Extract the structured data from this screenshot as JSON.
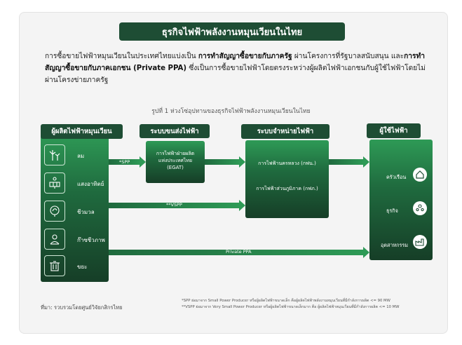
{
  "title": "ธุรกิจไฟฟ้าพลังงานหมุนเวียนในไทย",
  "intro": {
    "part1": "การซื้อขายไฟฟ้าหมุนเวียนในประเทศไทยแบ่งเป็น ",
    "bold1": "การทำสัญญาซื้อขายกับภาครัฐ",
    "part2": " ผ่านโครงการที่รัฐบาลสนับสนุน และ",
    "bold2": "การทำสัญญาซื้อขายกับภาคเอกชน (Private PPA)",
    "part3": " ซึ่งเป็นการซื้อขายไฟฟ้าโดยตรงระหว่างผู้ผลิตไฟฟ้าเอกชนกับผู้ใช้ไฟฟ้าโดยไม่ผ่านโครงข่ายภาครัฐ"
  },
  "caption": "รูปที่ 1 ห่วงโซ่อุปทานของธุรกิจไฟฟ้าพลังงานหมุนเวียนในไทย",
  "columns": {
    "generators": {
      "header": "ผู้ผลิตไฟฟ้าหมุนเวียน",
      "items": [
        {
          "label": "ลม",
          "icon": "wind-turbine-icon"
        },
        {
          "label": "แสงอาทิตย์",
          "icon": "solar-panel-icon"
        },
        {
          "label": "ชีวมวล",
          "icon": "biomass-icon"
        },
        {
          "label": "ก๊าซชีวภาพ",
          "icon": "biogas-icon"
        },
        {
          "label": "ขยะ",
          "icon": "waste-icon"
        }
      ]
    },
    "transmission": {
      "header": "ระบบขนส่งไฟฟ้า",
      "box": [
        "การไฟฟ้าฝ่ายผลิต",
        "แห่งประเทศไทย",
        "(EGAT)"
      ]
    },
    "distribution": {
      "header": "ระบบจำหน่ายไฟฟ้า",
      "items": [
        "การไฟฟ้านครหลวง (กฟน.)",
        "การไฟฟ้าส่วนภูมิภาค (กฟภ.)"
      ]
    },
    "consumers": {
      "header": "ผู้ใช้ไฟฟ้า",
      "items": [
        {
          "label": "ครัวเรือน",
          "icon": "household-icon"
        },
        {
          "label": "ธุรกิจ",
          "icon": "business-icon"
        },
        {
          "label": "อุตสาหกรรม",
          "icon": "factory-icon"
        }
      ]
    }
  },
  "arrows": {
    "spp": "*SPP",
    "vspp": "**VSPP",
    "private_ppa": "Private PPA"
  },
  "footer": {
    "source": "ที่มา: รวบรวมโดยศูนย์วิจัยกสิกรไทย",
    "note1": "*SPP ย่อมาจาก Small Power Producer หรือผู้ผลิตไฟฟ้าขนาดเล็ก คือผู้ผลิตไฟฟ้าพลังงานหมุนเวียนที่มีกำลังการผลิต <= 90 MW",
    "note2": "**VSPP ย่อมาจาก Very Small Power Producer หรือผู้ผลิตไฟฟ้าขนาดเล็กมาก คือ ผู้ผลิตไฟฟ้าหมุนเวียนที่มีกำลังการผลิต <= 10 MW"
  },
  "colors": {
    "dark_green": "#1e4d34",
    "mid_green": "#2e9a56"
  }
}
